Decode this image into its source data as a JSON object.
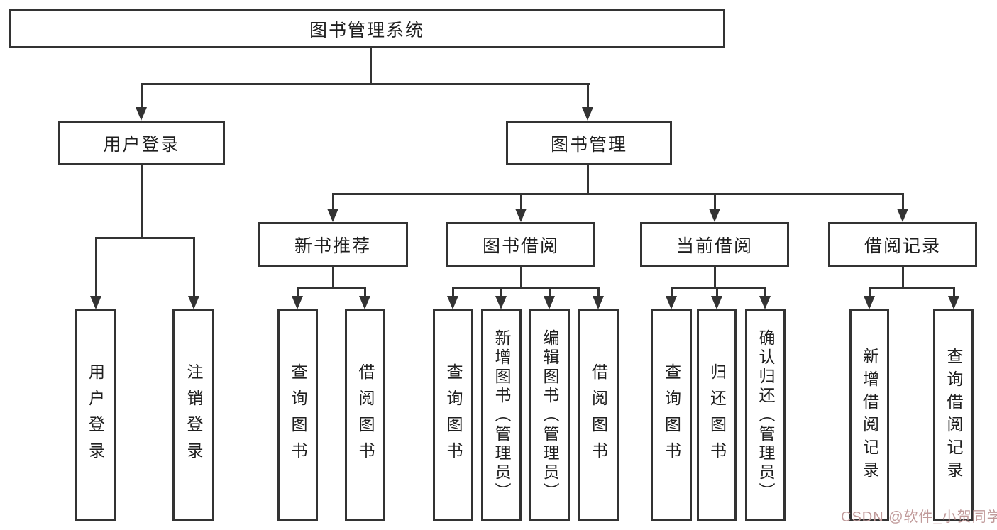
{
  "tree": {
    "root": "图书管理系统",
    "children": [
      {
        "label": "用户登录",
        "children": [
          "用户登录",
          "注销登录"
        ]
      },
      {
        "label": "图书管理",
        "children": [
          {
            "label": "新书推荐",
            "children": [
              "查询图书",
              "借阅图书"
            ]
          },
          {
            "label": "图书借阅",
            "children": [
              "查询图书",
              "新增图书（管理员）",
              "编辑图书（管理员）",
              "借阅图书"
            ]
          },
          {
            "label": "当前借阅",
            "children": [
              "查询图书",
              "归还图书",
              "确认归还（管理员）"
            ]
          },
          {
            "label": "借阅记录",
            "children": [
              "新增借阅记录",
              "查询借阅记录"
            ]
          }
        ]
      }
    ]
  },
  "watermark": {
    "text": "CSDN @软件_小贺同学"
  },
  "colors": {
    "line": "#333333",
    "text": "#1f1f1f",
    "background": "#ffffff",
    "watermark": "#c09a9a"
  }
}
